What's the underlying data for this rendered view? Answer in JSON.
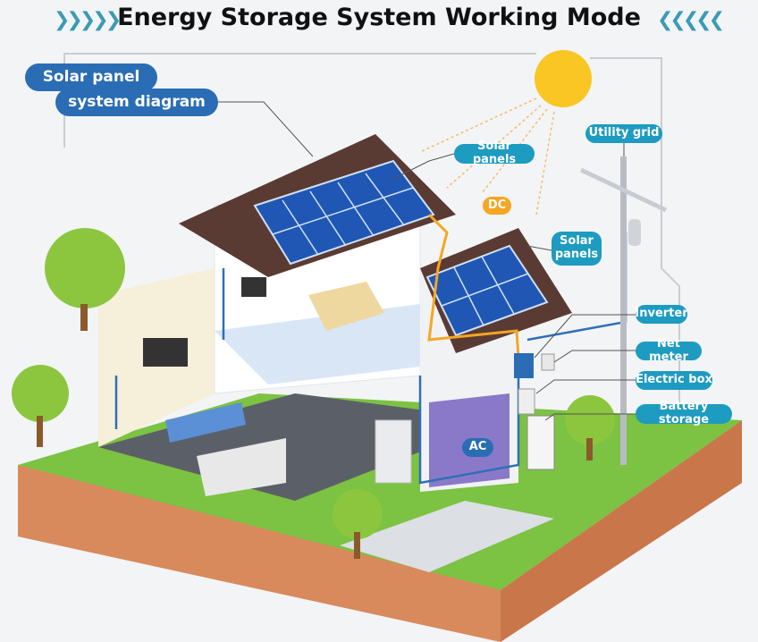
{
  "title": "Energy Storage System Working Mode",
  "header_label": {
    "line1": "Solar panel",
    "line2": "system diagram"
  },
  "labels": {
    "solar_panels_top": "Solar panels",
    "dc": "DC",
    "solar_panels_side": "Solar panels",
    "utility_grid": "Utility grid",
    "inverter": "Inverter",
    "net_meter": "Net meter",
    "electric_box": "Electric box",
    "battery_storage": "Battery storage",
    "ac": "AC"
  },
  "colors": {
    "label_teal": "#1e9bc0",
    "label_blue": "#2a6db5",
    "dc_orange": "#f5a623",
    "sun": "#f9c623",
    "grass": "#7cc243",
    "soil": "#d88a5c",
    "wire_blue": "#2f6fb8"
  }
}
